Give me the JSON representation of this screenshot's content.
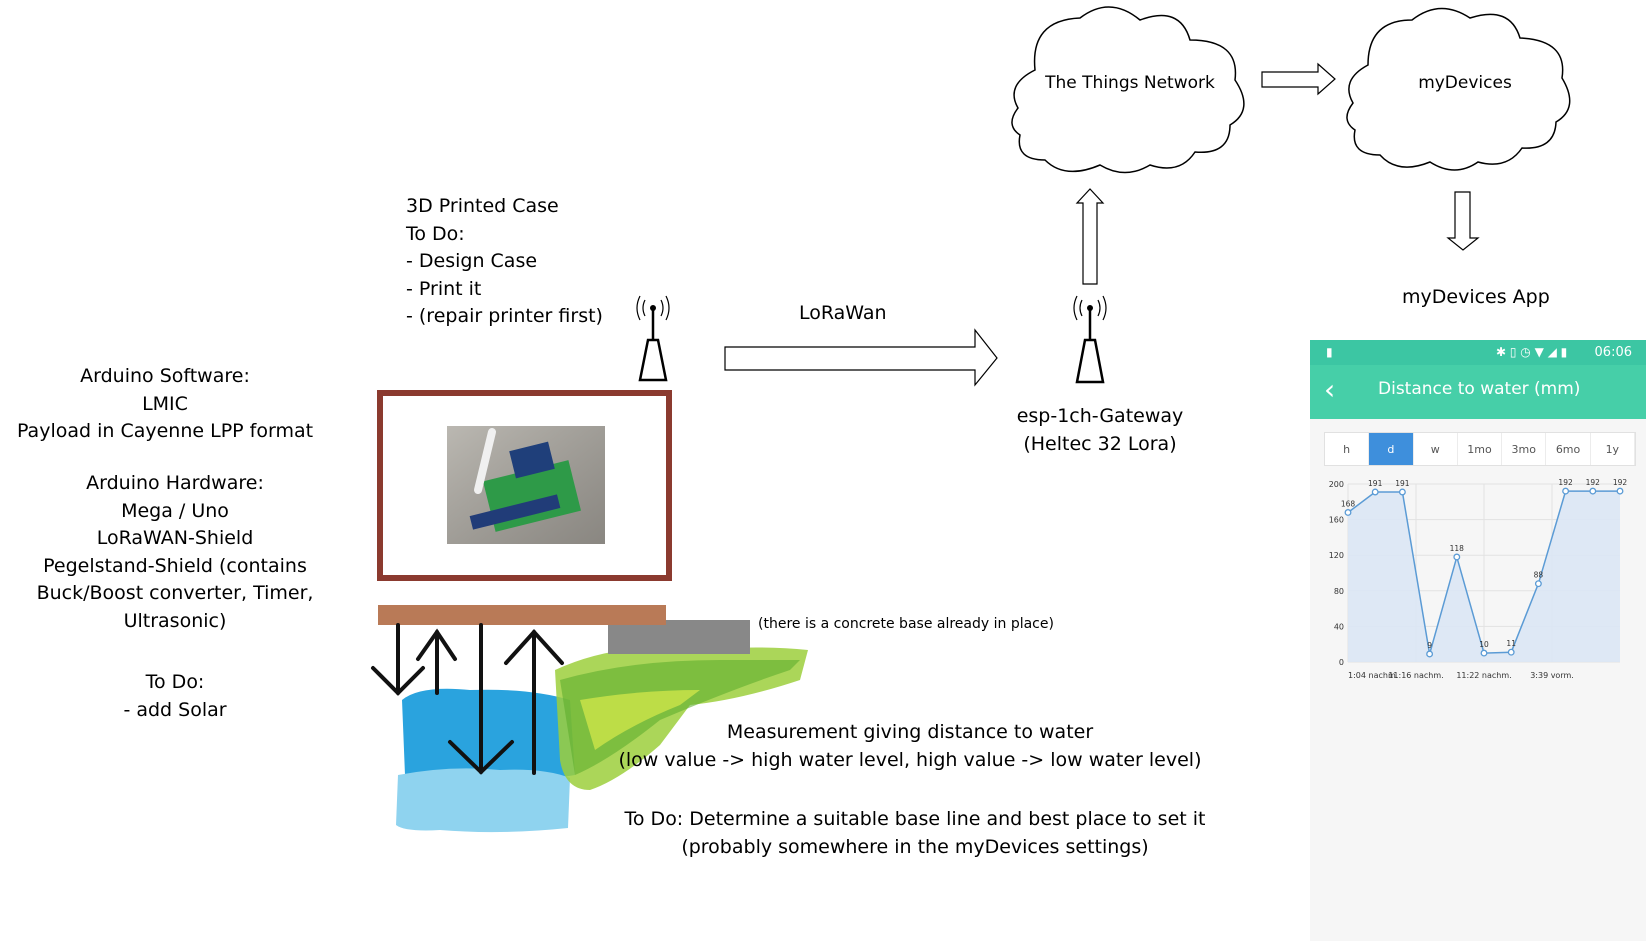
{
  "left_notes": {
    "software": [
      "Arduino Software:",
      "LMIC",
      "Payload in Cayenne LPP format"
    ],
    "hardware": [
      "Arduino Hardware:",
      "Mega / Uno",
      "LoRaWAN-Shield",
      "Pegelstand-Shield (contains",
      "Buck/Boost converter, Timer,",
      "Ultrasonic)"
    ],
    "todo": [
      "To Do:",
      "- add Solar"
    ]
  },
  "case_notes": [
    "3D Printed Case",
    "To Do:",
    "- Design Case",
    "- Print it",
    "- (repair printer first)"
  ],
  "lorawan_label": "LoRaWan",
  "gateway_label": [
    "esp-1ch-Gateway",
    "(Heltec 32 Lora)"
  ],
  "ttn_label": "The Things Network",
  "mydevices_label": "myDevices",
  "app_label": "myDevices App",
  "concrete_note": "(there is a concrete base already in place)",
  "measurement_note": [
    "Measurement giving distance to water",
    "(low value -> high water level, high value -> low water level)"
  ],
  "todo_baseline": [
    "To Do: Determine a suitable base line and best place to set it",
    "(probably somewhere in the myDevices settings)"
  ],
  "phone": {
    "time": "06:06",
    "title": "Distance to water (mm)",
    "tabs": [
      "h",
      "d",
      "w",
      "1mo",
      "3mo",
      "6mo",
      "1y"
    ],
    "active_tab": "d",
    "colors": {
      "accent": "#46cfa8",
      "status": "#3cc6a3",
      "tab_active": "#3e8fdc",
      "line": "#5b9bd5"
    }
  },
  "chart_data": {
    "type": "area",
    "title": "Distance to water (mm)",
    "y_ticks": [
      0,
      40,
      80,
      120,
      160,
      200
    ],
    "ylim": [
      0,
      200
    ],
    "x_tick_labels": [
      "1:04 nachm.",
      "11:16 nachm.",
      "11:22 nachm.",
      "3:39 vorm."
    ],
    "values": [
      168,
      191,
      191,
      9,
      118,
      10,
      11,
      88,
      192,
      192,
      192
    ],
    "point_labels": [
      "168",
      "191",
      "191",
      "9",
      "118",
      "10",
      "11",
      "88",
      "192",
      "192",
      "192"
    ],
    "grid": true
  }
}
